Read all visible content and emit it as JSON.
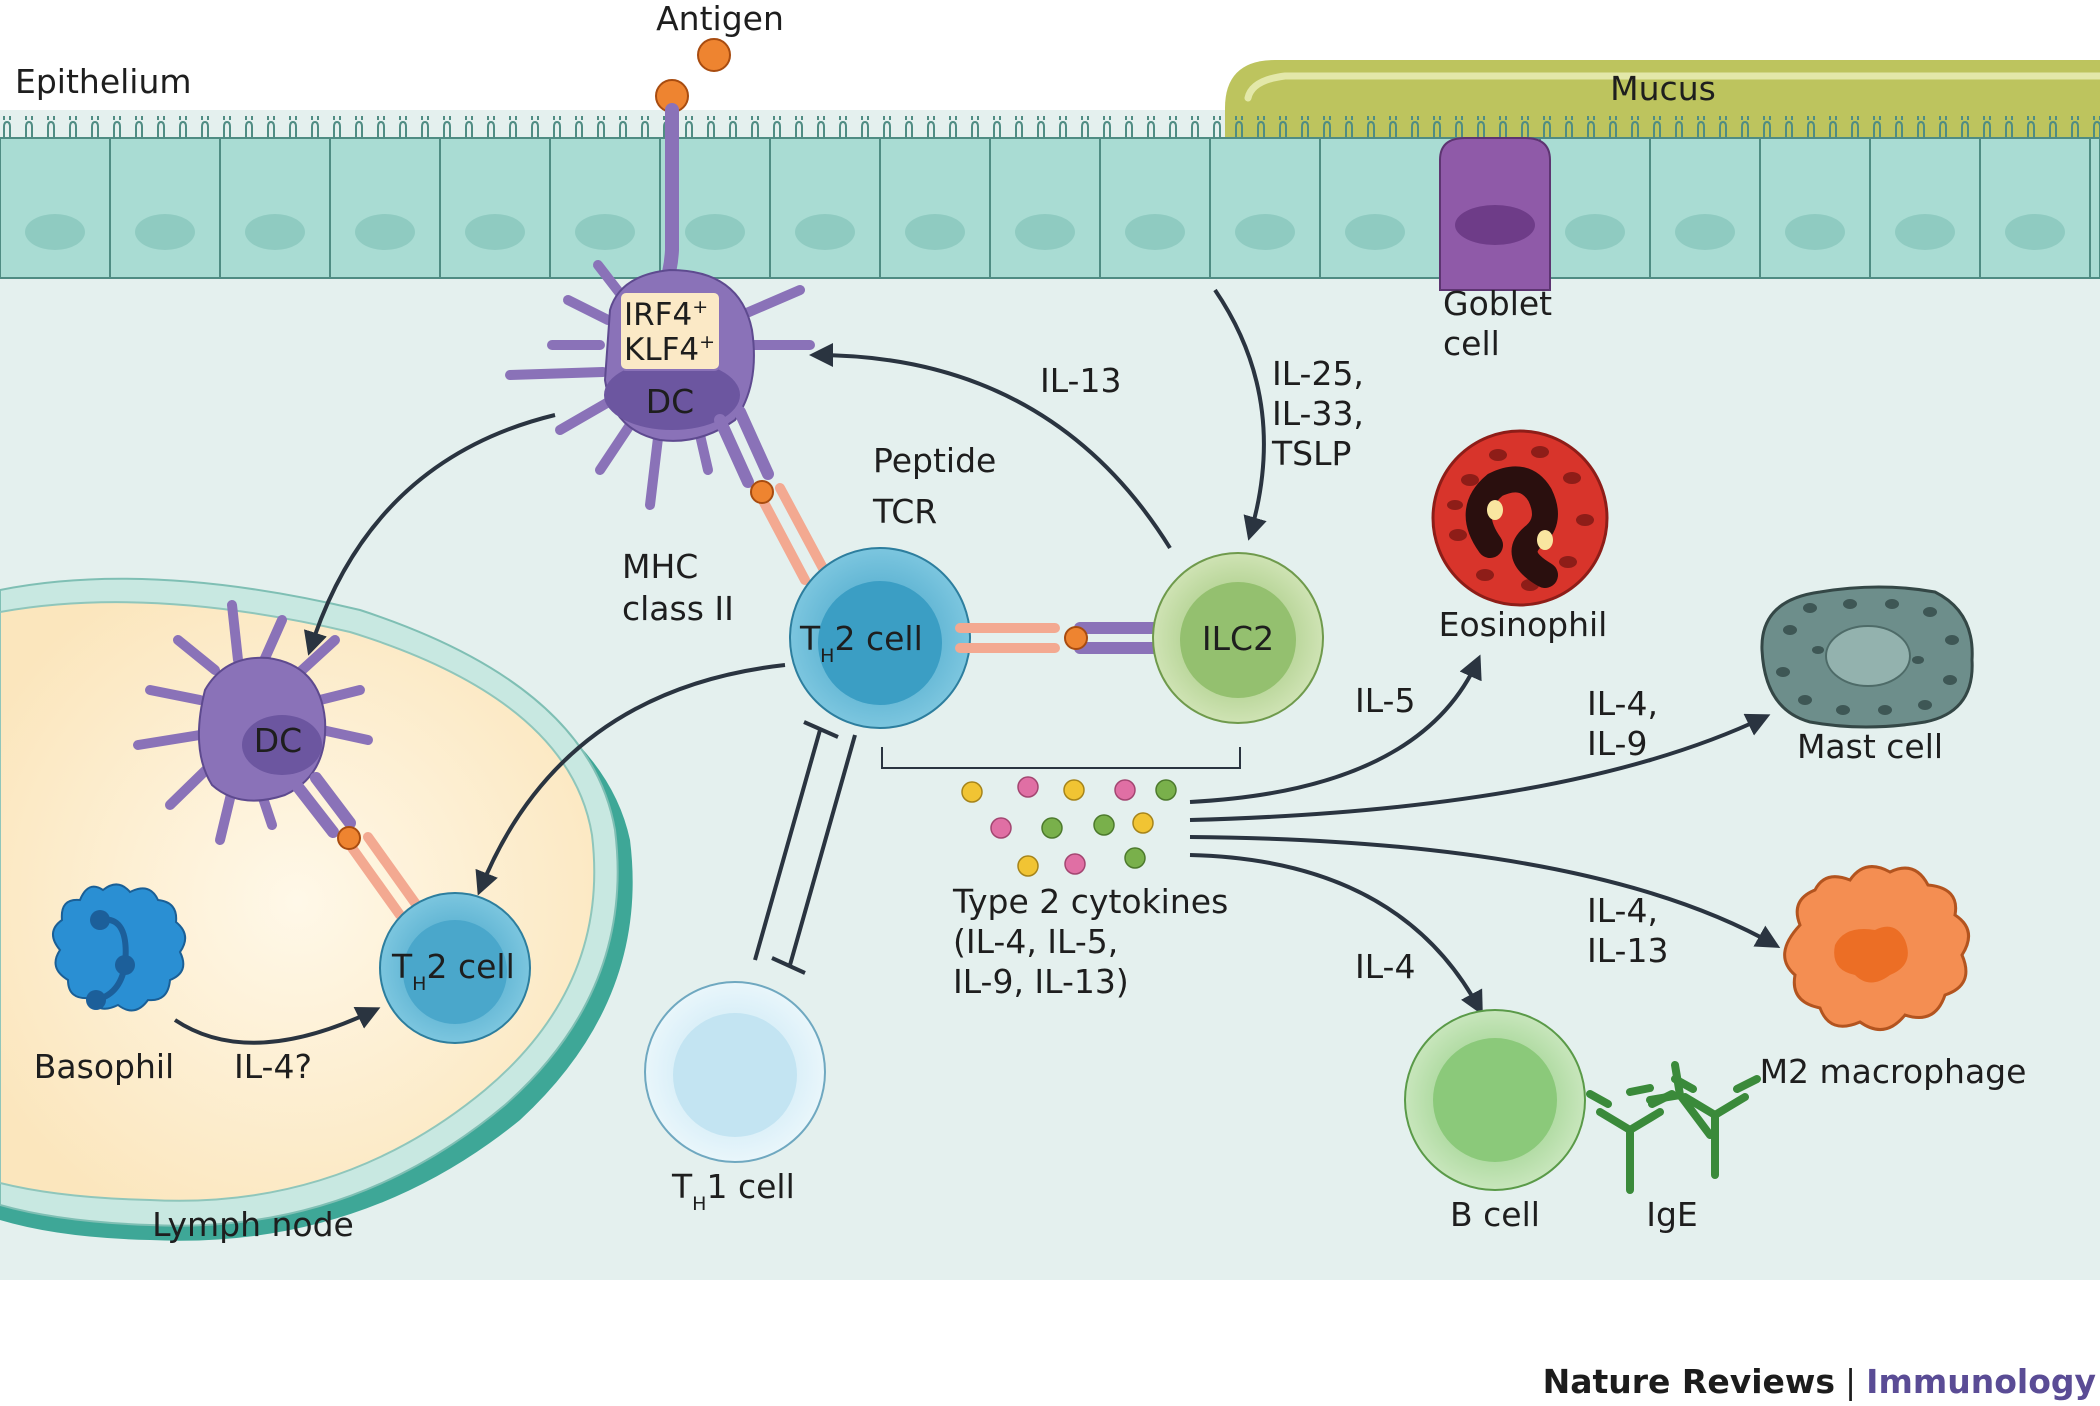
{
  "regions": {
    "epithelium": "Epithelium",
    "mucus": "Mucus",
    "lymph_node": "Lymph node",
    "antigen": "Antigen"
  },
  "cells": {
    "goblet": [
      "Goblet",
      "cell"
    ],
    "dc_markers": [
      "IRF4",
      "KLF4"
    ],
    "marker_sup": "+",
    "dc": "DC",
    "th2_t": "T",
    "th2_h": "H",
    "th2_rest": "2 cell",
    "th1_t": "T",
    "th1_h": "H",
    "th1_rest": "1 cell",
    "ilc2": "ILC2",
    "eosinophil": "Eosinophil",
    "mast_cell": "Mast cell",
    "m2_macrophage": "M2 macrophage",
    "b_cell": "B cell",
    "ige": "IgE",
    "basophil": "Basophil"
  },
  "molecules": {
    "peptide": "Peptide",
    "tcr": "TCR",
    "mhc": [
      "MHC",
      "class II"
    ]
  },
  "cytokines": {
    "il13_top": "IL-13",
    "epithelial": [
      "IL-25,",
      "IL-33,",
      "TSLP"
    ],
    "il5": "IL-5",
    "mast": [
      "IL-4,",
      "IL-9"
    ],
    "macro": [
      "IL-4,",
      "IL-13"
    ],
    "bcell": "IL-4",
    "basophil": "IL-4?",
    "type2": [
      "Type 2 cytokines",
      "(IL-4, IL-5,",
      "IL-9, IL-13)"
    ]
  },
  "credit": {
    "journal": "Nature Reviews",
    "separator": "|",
    "section": "Immunology"
  },
  "colors": {
    "tissue_bg": "#e4f0ee",
    "epithelial_cell": "#a9dcd3",
    "mucus": "#bdc45e",
    "goblet": "#8f5aa8",
    "dendritic_cell": "#8a72b8",
    "th2_cell": "#53aed0",
    "ilc2": "#a9cc84",
    "lymph_node": "#fdf1d8",
    "basophil": "#2a8fd3",
    "eosinophil": "#d8342b",
    "mast_cell": "#6d8e8b",
    "macrophage": "#f48e52",
    "b_cell": "#8fcc7e",
    "arrow": "#2a3440"
  }
}
